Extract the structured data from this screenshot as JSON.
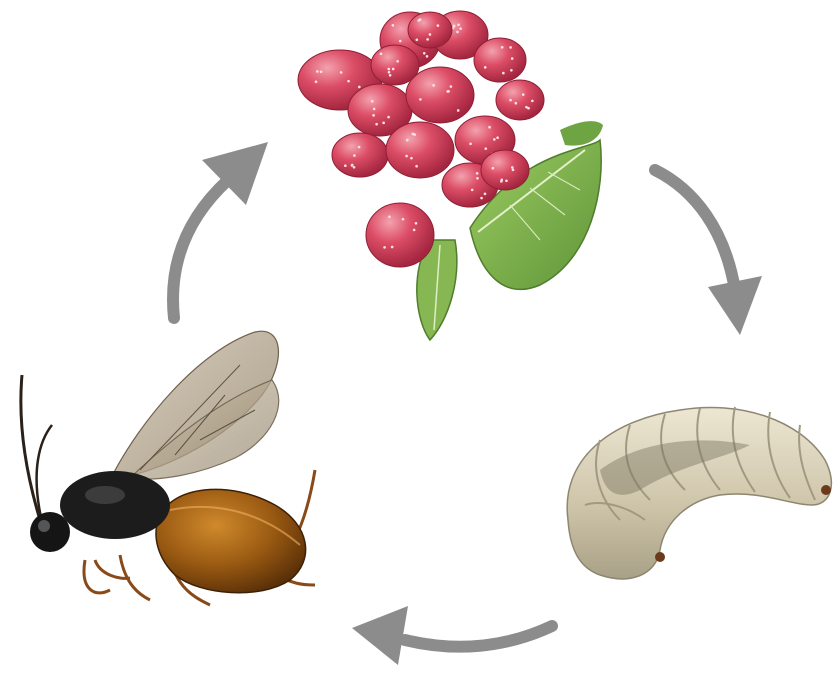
{
  "diagram": {
    "type": "life-cycle",
    "stages": [
      {
        "id": "gall",
        "icon": "rose-gall-icon"
      },
      {
        "id": "larva",
        "icon": "larva-icon"
      },
      {
        "id": "adult",
        "icon": "gall-wasp-icon"
      }
    ],
    "arrows": [
      {
        "from": "gall",
        "to": "larva"
      },
      {
        "from": "larva",
        "to": "adult"
      },
      {
        "from": "adult",
        "to": "gall"
      }
    ],
    "colors": {
      "background": "#ffffff",
      "arrow": "#8c8c8c",
      "gall": "#d6405a",
      "leaf": "#7fb04e",
      "larva": "#d9d2bd",
      "wasp_thorax": "#1c1c1c",
      "wasp_abdomen": "#9a5a12",
      "wing": "#b9aa94"
    }
  }
}
